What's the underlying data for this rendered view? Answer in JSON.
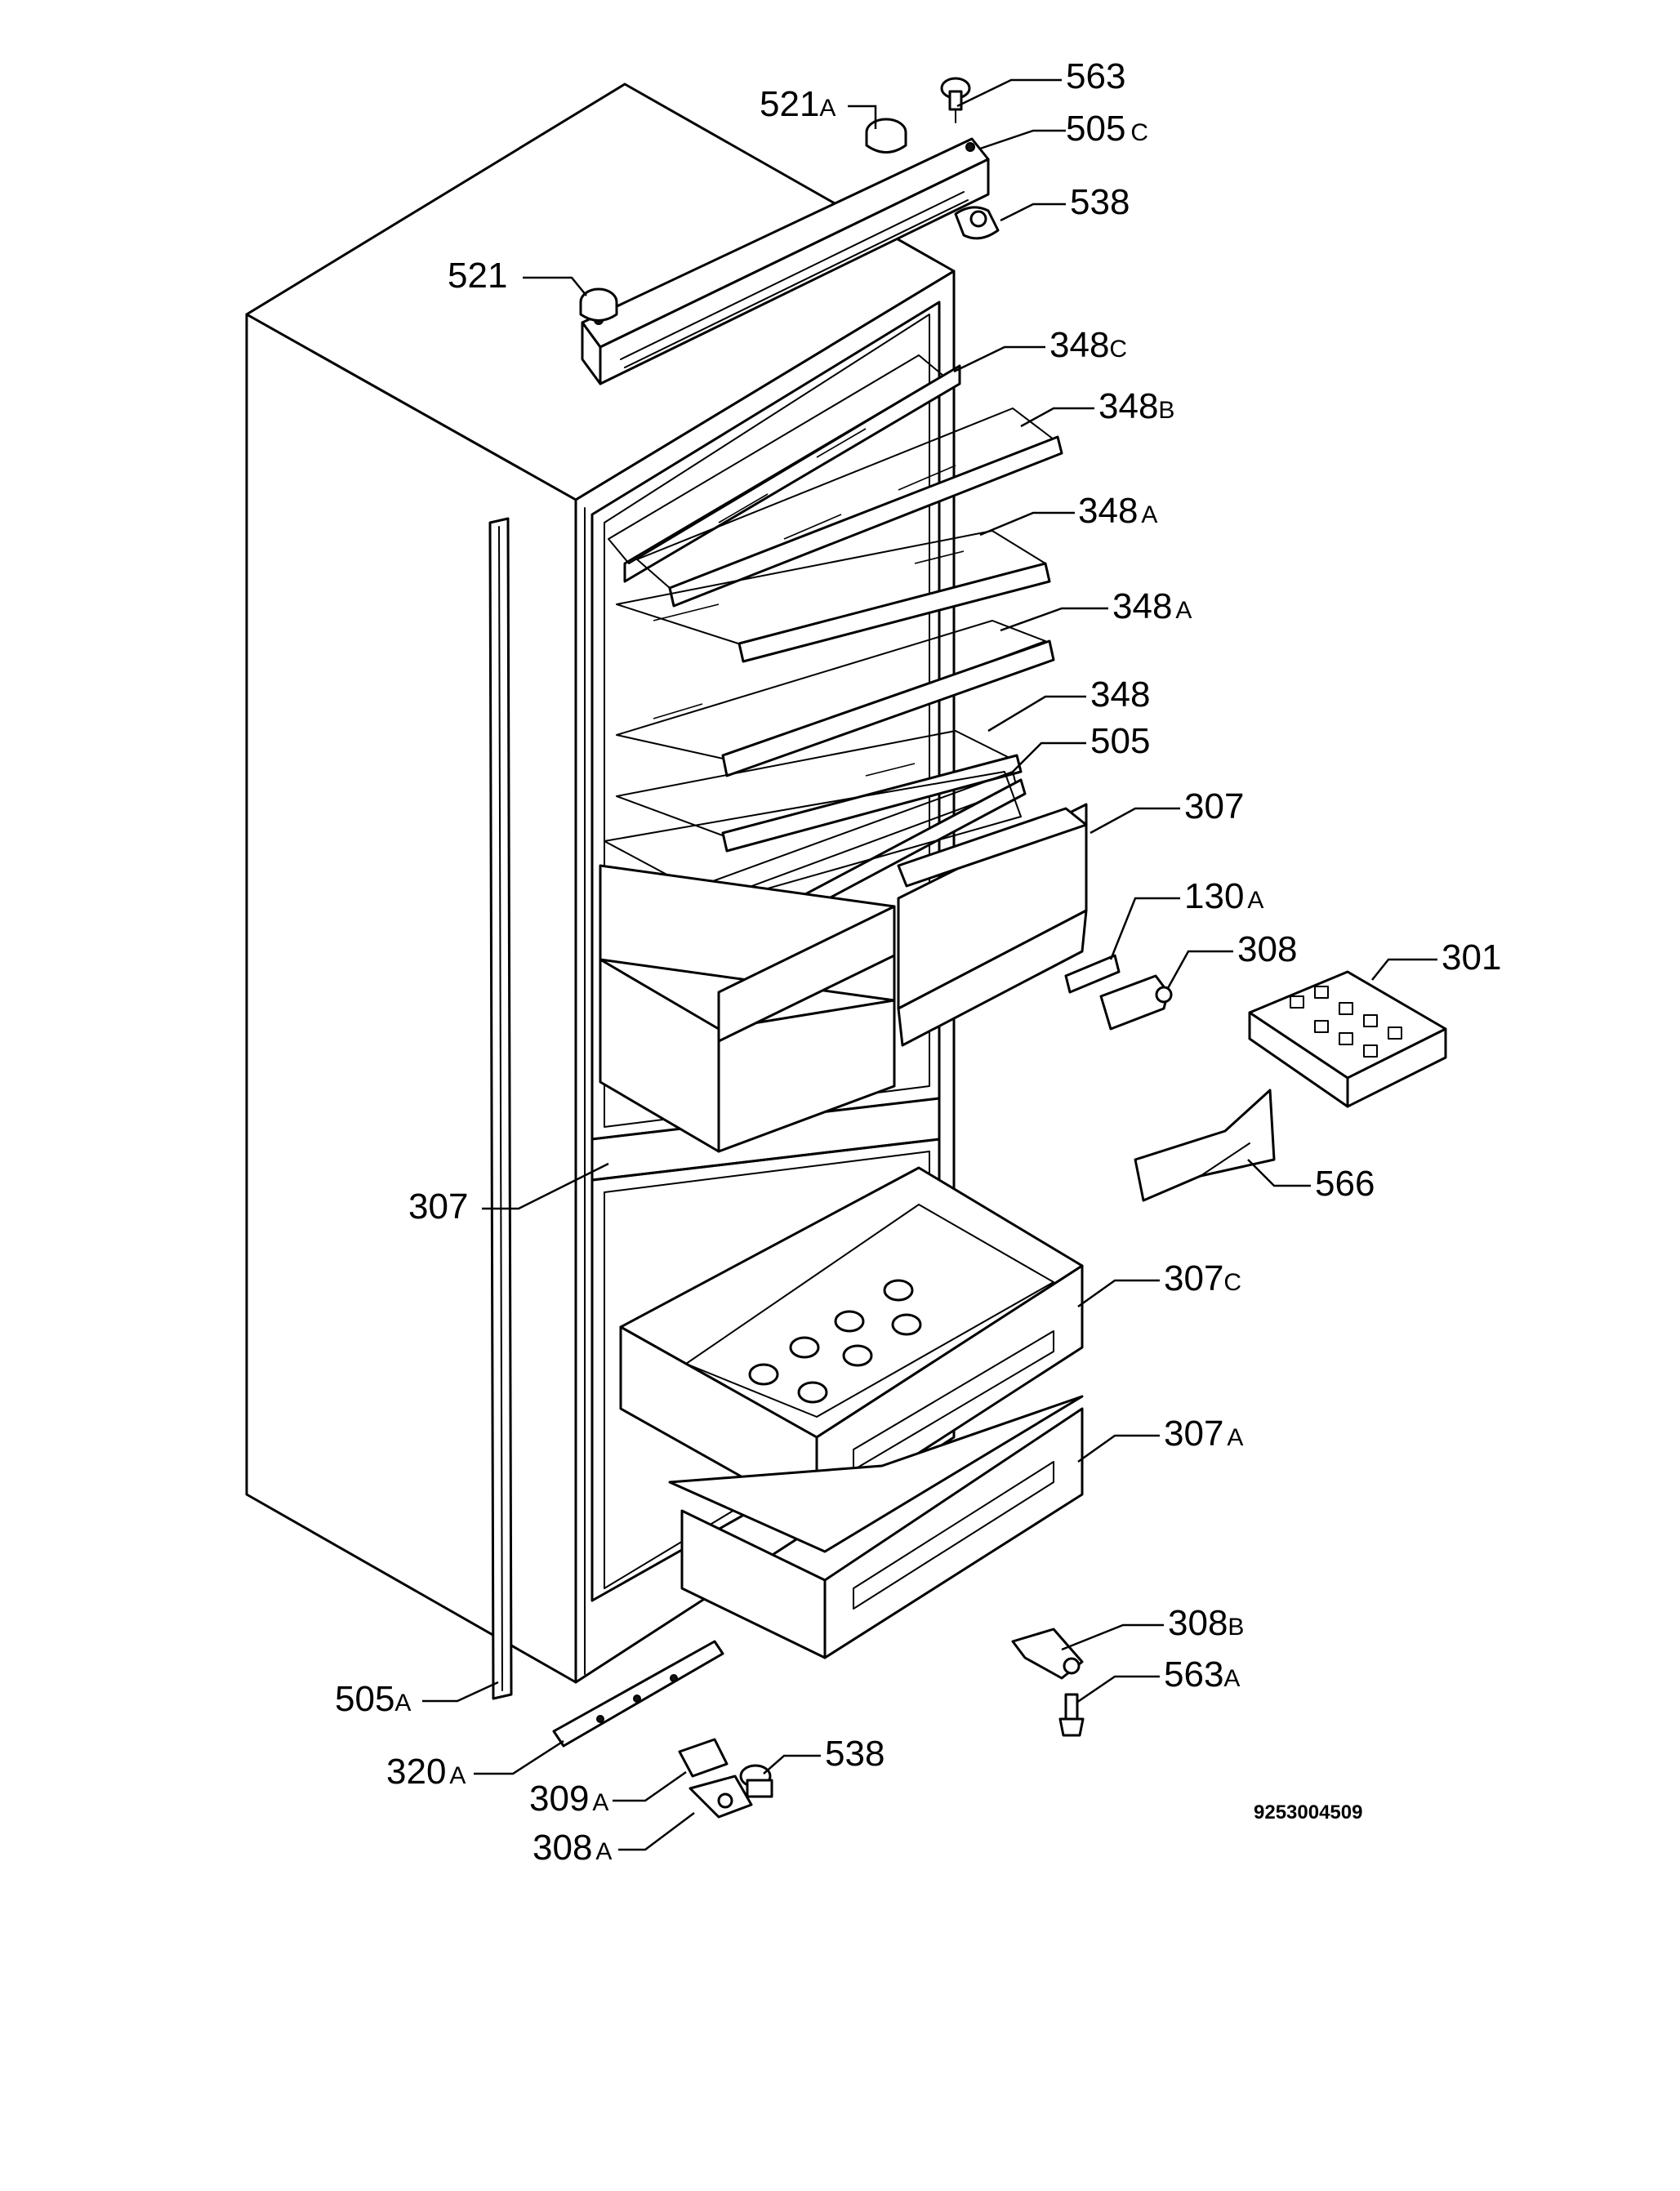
{
  "callouts": {
    "c563": {
      "main": "563",
      "suffix": ""
    },
    "c521A": {
      "main": "521",
      "suffix": "A"
    },
    "c505C": {
      "main": "505",
      "suffix": "C"
    },
    "c538_top": {
      "main": "538",
      "suffix": ""
    },
    "c521": {
      "main": "521",
      "suffix": ""
    },
    "c348C": {
      "main": "348",
      "suffix": "C"
    },
    "c348B": {
      "main": "348",
      "suffix": "B"
    },
    "c348A_1": {
      "main": "348",
      "suffix": "A"
    },
    "c348A_2": {
      "main": "348",
      "suffix": "A"
    },
    "c348": {
      "main": "348",
      "suffix": ""
    },
    "c505": {
      "main": "505",
      "suffix": ""
    },
    "c307_right": {
      "main": "307",
      "suffix": ""
    },
    "c130A": {
      "main": "130",
      "suffix": "A"
    },
    "c308": {
      "main": "308",
      "suffix": ""
    },
    "c301": {
      "main": "301",
      "suffix": ""
    },
    "c566": {
      "main": "566",
      "suffix": ""
    },
    "c307_left": {
      "main": "307",
      "suffix": ""
    },
    "c307C": {
      "main": "307",
      "suffix": "C"
    },
    "c307A": {
      "main": "307",
      "suffix": "A"
    },
    "c308B": {
      "main": "308",
      "suffix": "B"
    },
    "c563A": {
      "main": "563",
      "suffix": "A"
    },
    "c505A": {
      "main": "505",
      "suffix": "A"
    },
    "c320A": {
      "main": "320",
      "suffix": "A"
    },
    "c538_bottom": {
      "main": "538",
      "suffix": ""
    },
    "c309A": {
      "main": "309",
      "suffix": "A"
    },
    "c308A": {
      "main": "308",
      "suffix": "A"
    }
  },
  "catalog_number": "9253004509"
}
